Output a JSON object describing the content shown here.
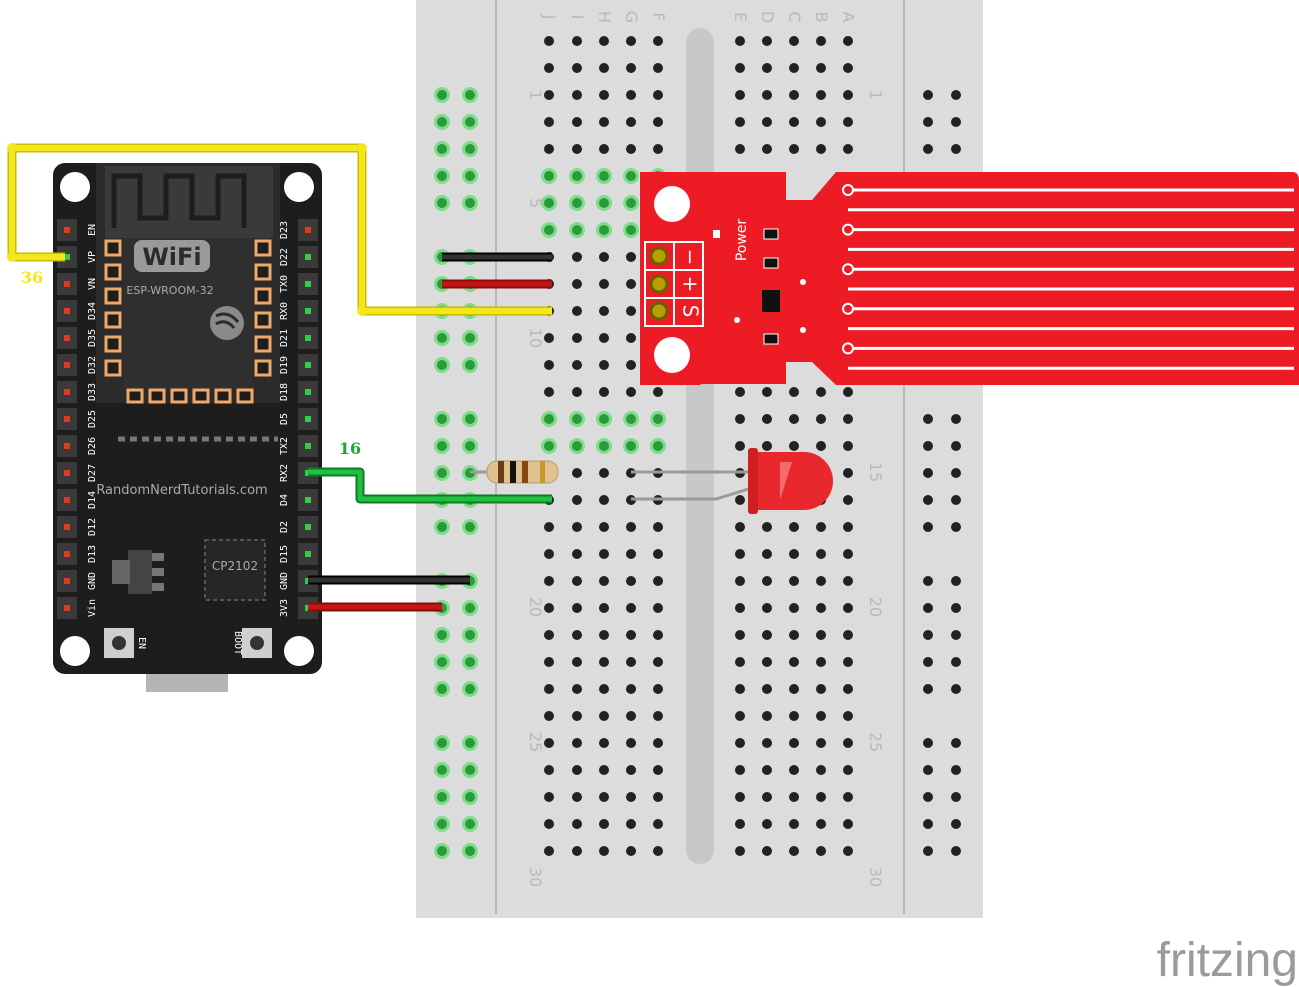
{
  "breadboard": {
    "column_letters_left": [
      "J",
      "I",
      "H",
      "G",
      "F"
    ],
    "column_letters_right": [
      "E",
      "D",
      "C",
      "B",
      "A"
    ],
    "row_numbers": [
      "1",
      "5",
      "10",
      "15",
      "20",
      "25",
      "30"
    ]
  },
  "esp32": {
    "module_name": "ESP-WROOM-32",
    "wifi_logo": "WiFi",
    "brand": "RandomNerdTutorials.com",
    "usb_chip": "CP2102",
    "btn_en": "EN",
    "btn_boot": "BOOT",
    "left_pins": [
      "EN",
      "VP",
      "VN",
      "D34",
      "D35",
      "D32",
      "D33",
      "D25",
      "D26",
      "D27",
      "D14",
      "D12",
      "D13",
      "GND",
      "Vin"
    ],
    "right_pins": [
      "D23",
      "D22",
      "TX0",
      "RX0",
      "D21",
      "D19",
      "D18",
      "D5",
      "TX2",
      "RX2",
      "D4",
      "D2",
      "D15",
      "GND",
      "3V3"
    ]
  },
  "sensor": {
    "power_label": "Power",
    "pin_labels": [
      "−",
      "+",
      "S"
    ]
  },
  "wires": {
    "yellow_label": "36",
    "green_label": "16"
  },
  "colors": {
    "yellow_wire": "#f3e71c",
    "green_wire": "#1fa83a",
    "red_wire": "#c31616",
    "black_wire": "#222222",
    "sensor_red": "#ed1c24",
    "board_black": "#1d1d1d"
  },
  "watermark": "fritzing"
}
